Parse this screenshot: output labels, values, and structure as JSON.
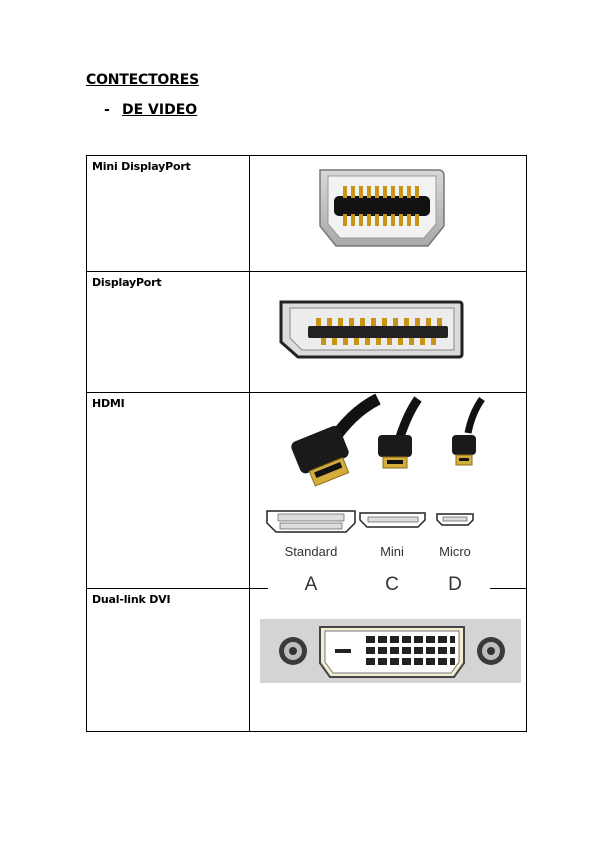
{
  "document": {
    "title": "CONTECTORES",
    "section_dash": "-",
    "section_title": "DE VIDEO"
  },
  "connectors": [
    {
      "name": "Mini DisplayPort",
      "image_icon": "mini-displayport-port-icon"
    },
    {
      "name": "DisplayPort",
      "image_icon": "displayport-port-icon"
    },
    {
      "name": "HDMI",
      "image_icon": "hdmi-connectors-icon",
      "variants": [
        {
          "label": "Standard",
          "type": "A"
        },
        {
          "label": "Mini",
          "type": "C"
        },
        {
          "label": "Micro",
          "type": "D"
        }
      ]
    },
    {
      "name": "Dual-link DVI",
      "image_icon": "dvi-port-icon"
    }
  ]
}
